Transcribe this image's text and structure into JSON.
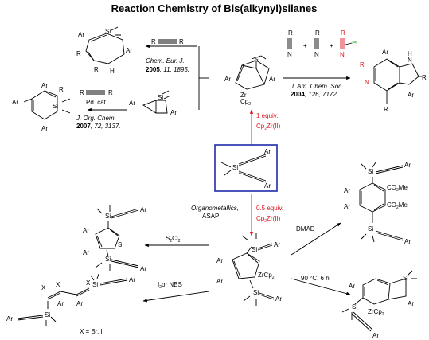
{
  "title": "Reaction Chemistry  of Bis(alkynyl)silanes",
  "labels": {
    "ar": "Ar",
    "r": "R",
    "si": "Si",
    "s": "S",
    "n": "N",
    "nh": "N",
    "h": "H",
    "zr_cp2": "ZrCp",
    "zr_cp2_sub": "2",
    "zr": "Zr",
    "cp2": "Cp",
    "cp2_sub": "2",
    "co2me": "CO",
    "co2me_sub": "2",
    "co2me_tail": "Me",
    "x": "X"
  },
  "top_left_1": {
    "reagent": "R",
    "journal": "Chem. Eur. J.",
    "year": "2005",
    "cite": ", 11, 1895."
  },
  "top_left_2": {
    "reagent": "R",
    "catalyst": "Pd. cat.",
    "journal": "J. Org. Chem.",
    "year": "2007",
    "cite": ", 72, 3137."
  },
  "top_right": {
    "journal": "J. Am. Chem. Soc.",
    "year": "2004",
    "cite": ", 126, 7172.",
    "plus": "+"
  },
  "center": {
    "one_equiv": "1 equiv.",
    "cp2zr_one": "Cp",
    "cp2zr_one_tail": "Zr(II)",
    "half_equiv": "0.5 equiv.",
    "cp2zr_half": "Cp",
    "cp2zr_half_tail": "Zr(II)",
    "organometallics": "Organometallics,",
    "asap": "ASAP"
  },
  "bottom": {
    "s2cl2": "S",
    "s2cl2_mid": "Cl",
    "i2_nbs": "I",
    "i2_nbs_tail": "or NBS",
    "dmad": "DMAD",
    "heat": "90 °C, 6 h",
    "x_def": "X = Br, I"
  },
  "colors": {
    "accent_red": "#e0141e",
    "accent_green": "#19a319",
    "frame_blue": "#1e2aa8"
  }
}
